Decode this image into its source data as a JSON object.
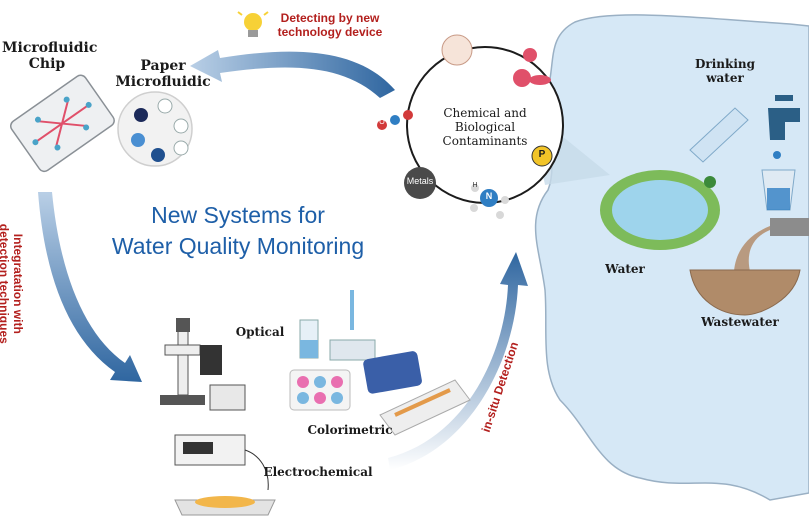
{
  "title": {
    "line1": "New Systems for",
    "line2": "Water Quality Monitoring"
  },
  "top_arrow": {
    "line1": "Detecting by new",
    "line2": "technology device"
  },
  "left_arrow": {
    "line1": "Integratation with",
    "line2": "detection techniques"
  },
  "right_arrow": {
    "label": "in-situ Detection"
  },
  "devices": {
    "microfluidic_chip": [
      "Microfluidic",
      "Chip"
    ],
    "paper_microfluidic": [
      "Paper",
      "Microfluidic"
    ]
  },
  "contaminants": {
    "label": [
      "Chemical and",
      "Biological",
      "Contaminants"
    ],
    "metals": "Metals",
    "phosphorus": "P",
    "nitrogen": "N",
    "hydrogen": "H",
    "oxygen": "O"
  },
  "water": {
    "drinking": [
      "Drinking",
      "water"
    ],
    "water": "Water",
    "wastewater": "Wastewater"
  },
  "techniques": {
    "optical": "Optical",
    "colorimetric": "Colorimetric",
    "electrochemical": "Electrochemical"
  },
  "colors": {
    "title_blue": "#1e5fa8",
    "arrow_blue": "#3b6fa3",
    "label_red": "#b3201e",
    "water_blob": "#d6e8f6"
  }
}
